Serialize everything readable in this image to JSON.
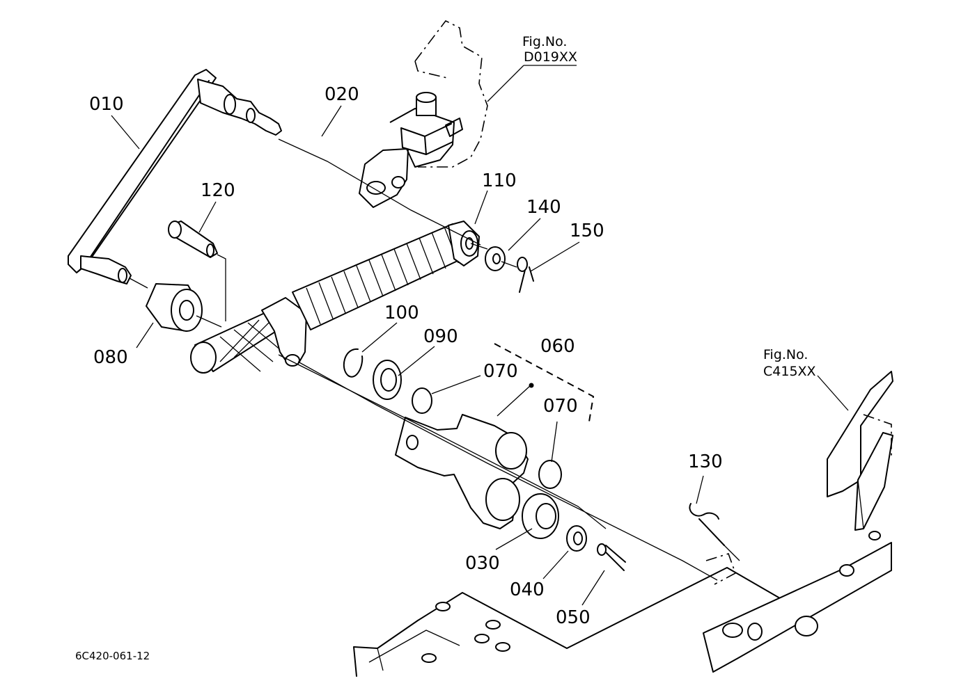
{
  "drawing_code": "6C420-061-12",
  "refs": [
    {
      "id": "ref-d019",
      "fig_label": "Fig.No.",
      "fig_code": "D019XX"
    },
    {
      "id": "ref-c415",
      "fig_label": "Fig.No.",
      "fig_code": "C415XX"
    }
  ],
  "callouts": [
    {
      "id": "p010",
      "number": "010"
    },
    {
      "id": "p020",
      "number": "020"
    },
    {
      "id": "p120",
      "number": "120"
    },
    {
      "id": "p110",
      "number": "110"
    },
    {
      "id": "p140",
      "number": "140"
    },
    {
      "id": "p150",
      "number": "150"
    },
    {
      "id": "p080",
      "number": "080"
    },
    {
      "id": "p100",
      "number": "100"
    },
    {
      "id": "p090",
      "number": "090"
    },
    {
      "id": "p060",
      "number": "060"
    },
    {
      "id": "p070a",
      "number": "070"
    },
    {
      "id": "p070b",
      "number": "070"
    },
    {
      "id": "p130",
      "number": "130"
    },
    {
      "id": "p030",
      "number": "030"
    },
    {
      "id": "p040",
      "number": "040"
    },
    {
      "id": "p050",
      "number": "050"
    }
  ]
}
